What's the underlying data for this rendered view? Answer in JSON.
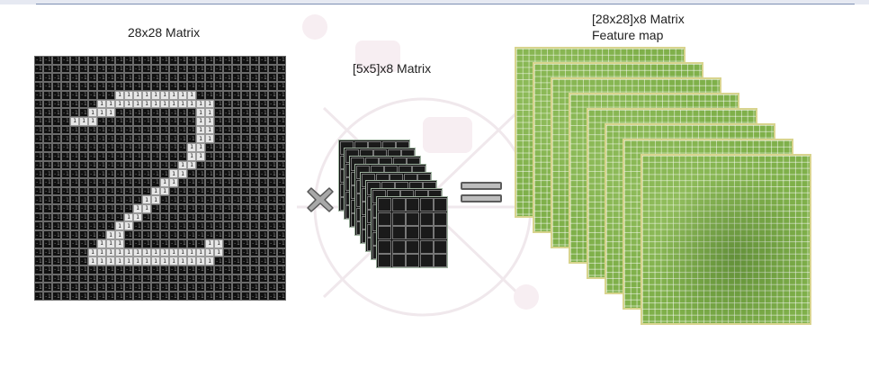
{
  "input_matrix": {
    "label": "28x28 Matrix",
    "size": 28,
    "dark_value": "-1",
    "lit_value": "1",
    "lit_rows": [
      [],
      [],
      [],
      [],
      [
        9,
        10,
        11,
        12,
        13,
        14,
        15,
        16,
        17
      ],
      [
        7,
        8,
        9,
        10,
        11,
        12,
        13,
        14,
        15,
        16,
        17,
        18,
        19
      ],
      [
        6,
        7,
        8,
        18,
        19
      ],
      [
        4,
        5,
        6,
        18,
        19
      ],
      [
        18,
        19
      ],
      [
        18,
        19
      ],
      [
        17,
        18
      ],
      [
        17,
        18
      ],
      [
        16,
        17
      ],
      [
        15,
        16
      ],
      [
        14,
        15
      ],
      [
        13,
        14
      ],
      [
        12,
        13
      ],
      [
        11,
        12
      ],
      [
        10,
        11
      ],
      [
        9,
        10
      ],
      [
        8,
        9
      ],
      [
        7,
        8,
        9,
        19,
        20
      ],
      [
        6,
        7,
        8,
        9,
        10,
        11,
        12,
        13,
        14,
        15,
        16,
        17,
        18,
        19,
        20
      ],
      [
        6,
        7,
        8,
        9,
        10,
        11,
        12,
        13,
        14,
        15,
        16,
        17,
        18,
        19
      ],
      [],
      [],
      [],
      []
    ]
  },
  "kernel": {
    "label": "[5x5]x8 Matrix",
    "count": 8
  },
  "feature_map": {
    "label_line1": "[28x28]x8 Matrix",
    "label_line2": "Feature map",
    "count": 8
  },
  "operators": {
    "multiply": "times-icon",
    "equals": "equals-icon"
  },
  "colors": {
    "feature_green": "#7fb04a",
    "feature_border": "#d8d48e",
    "accent_line": "#7d8fb3"
  }
}
